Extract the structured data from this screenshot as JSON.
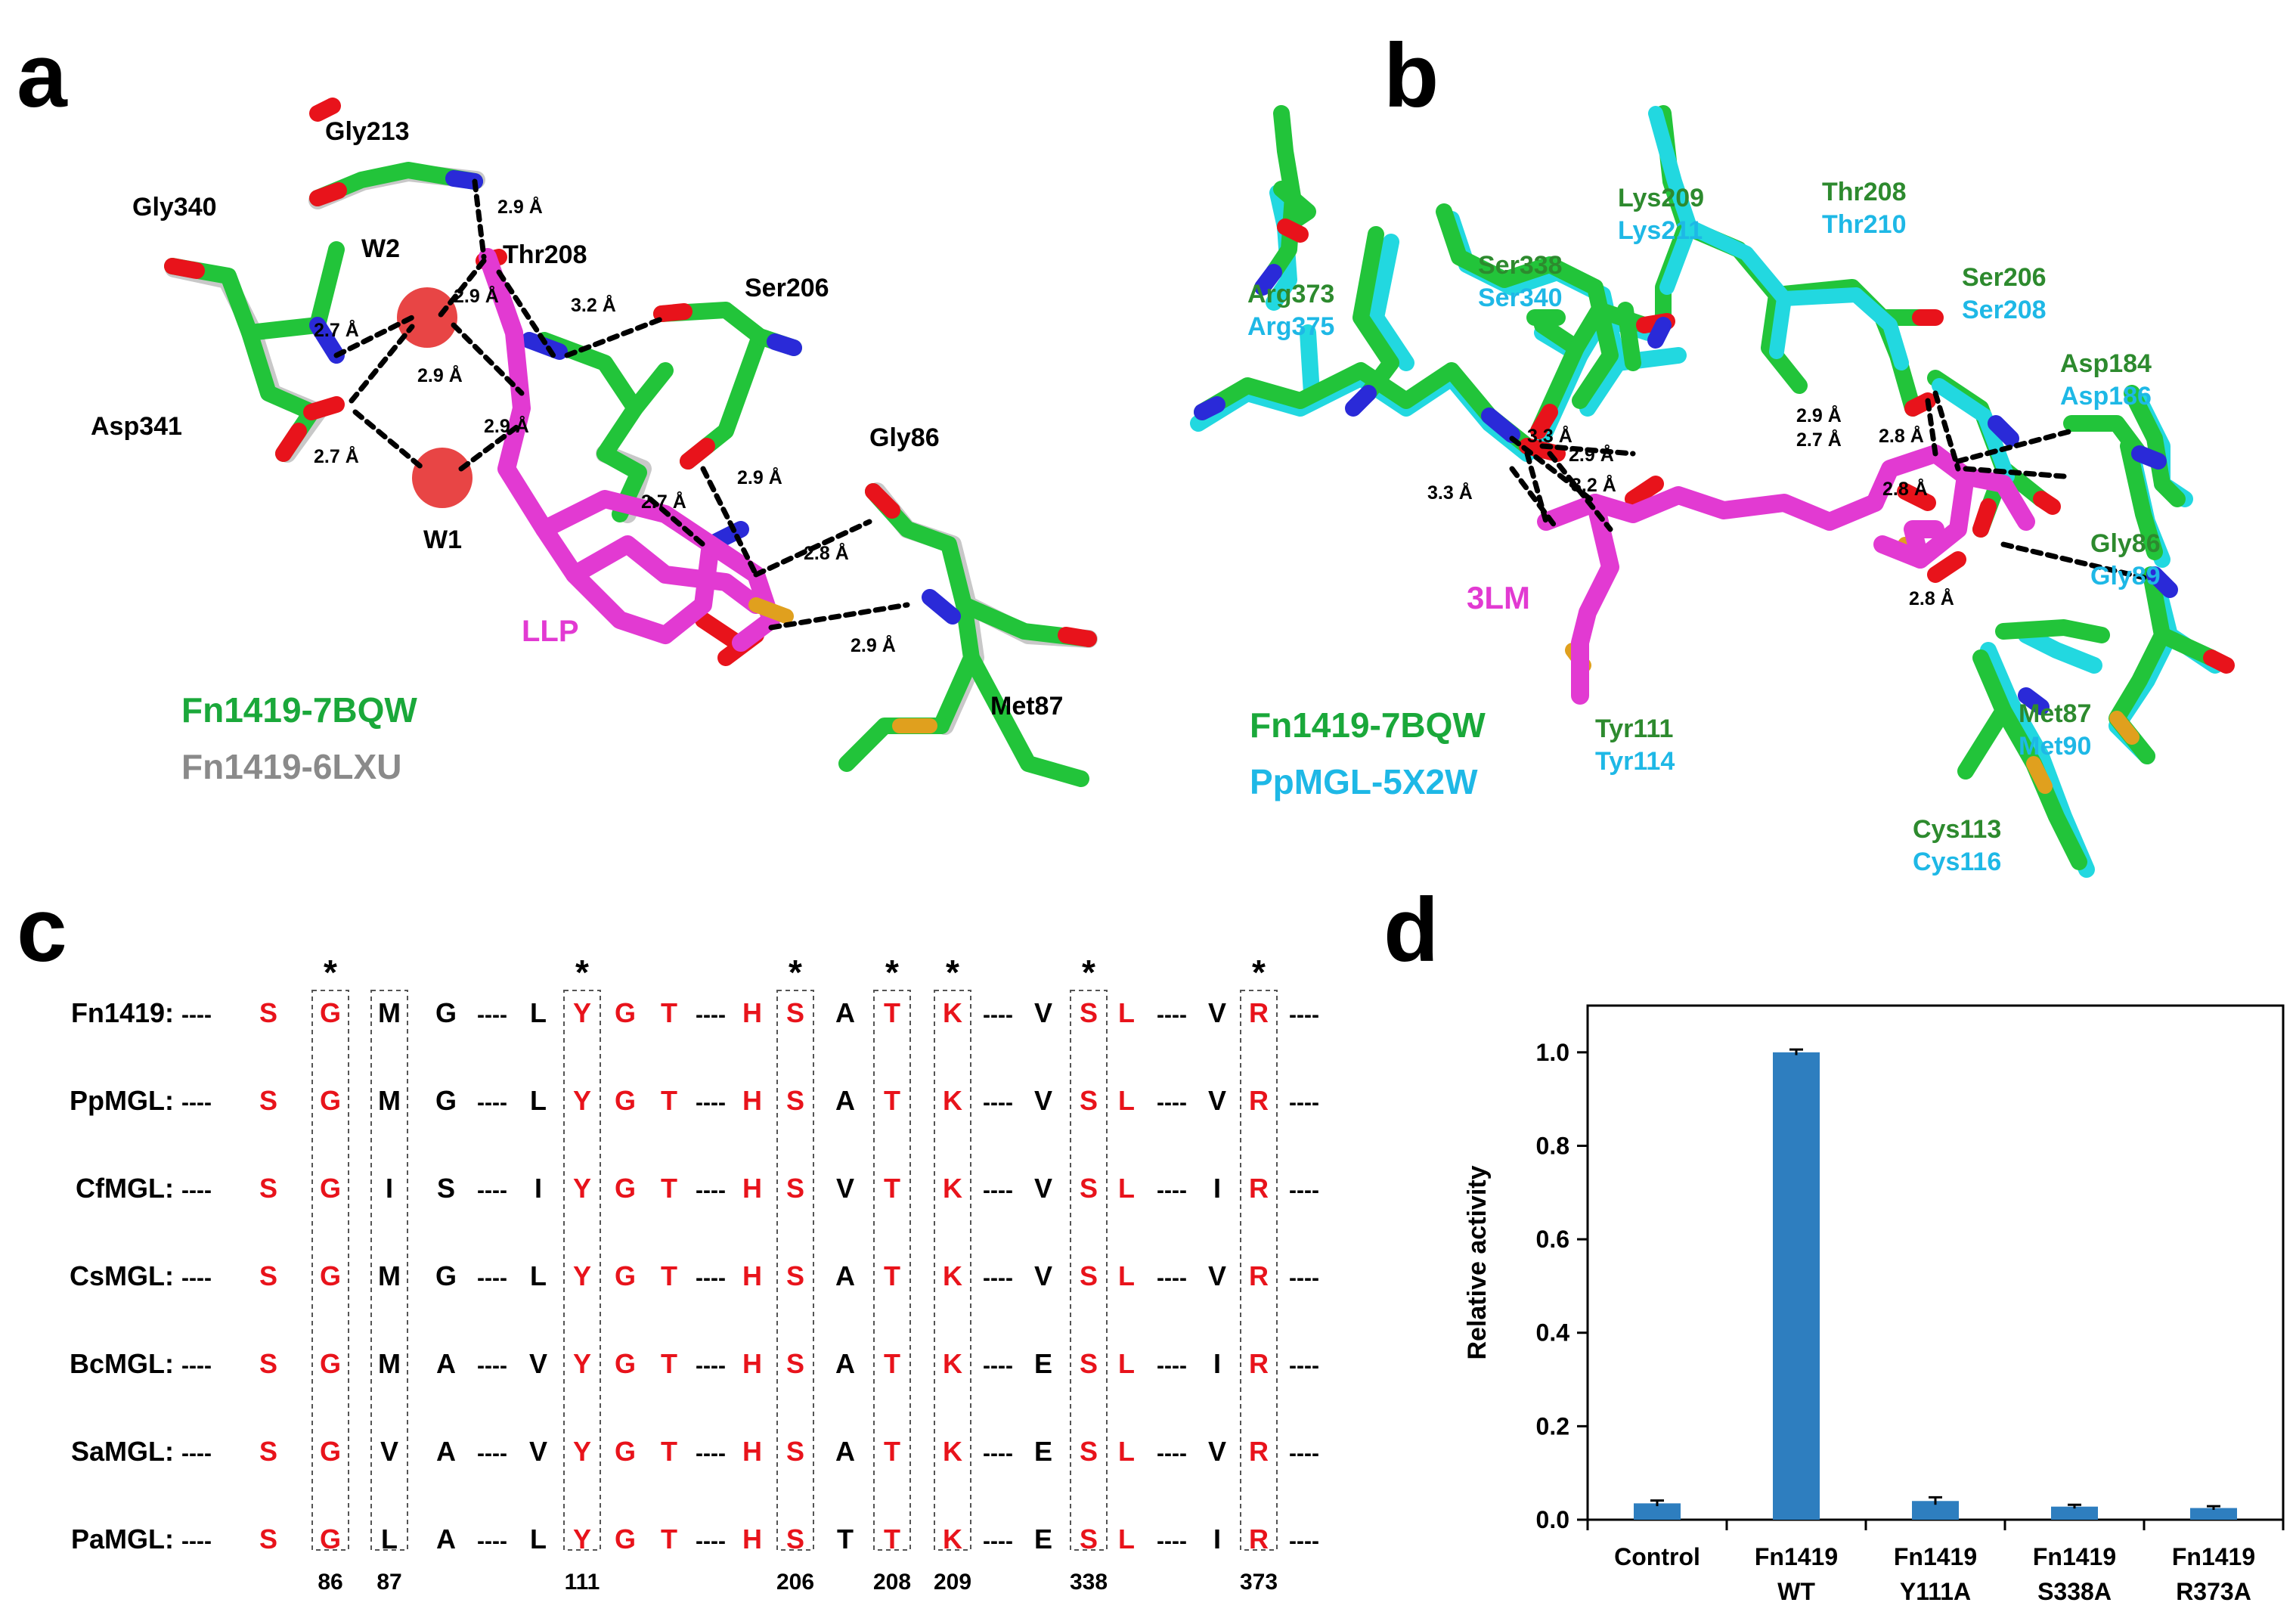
{
  "panels": {
    "a": "a",
    "b": "b",
    "c": "c",
    "d": "d"
  },
  "colors": {
    "green": "#1aa83a",
    "grey": "#8a8a8a",
    "cyan": "#1eb8e6",
    "magenta": "#e23ad2",
    "red": "#e8131b",
    "black": "#000000",
    "bar": "#2e7ebf",
    "darkgreen": "#2d8a2e"
  },
  "panel_a": {
    "labels": {
      "gly213": "Gly213",
      "gly340": "Gly340",
      "w2": "W2",
      "thr208": "Thr208",
      "ser206": "Ser206",
      "asp341": "Asp341",
      "w1": "W1",
      "gly86": "Gly86",
      "llp": "LLP",
      "met87": "Met87"
    },
    "distances": {
      "d1": "2.9 Å",
      "d2": "2.9 Å",
      "d3": "3.2 Å",
      "d4": "2.7 Å",
      "d5": "2.9 Å",
      "d6": "2.9 Å",
      "d7": "2.7 Å",
      "d8": "2.9 Å",
      "d9": "2.7 Å",
      "d10": "2.8 Å",
      "d11": "2.9 Å"
    },
    "legend": {
      "line1": "Fn1419-7BQW",
      "line2": "Fn1419-6LXU"
    }
  },
  "panel_b": {
    "labels": {
      "lys209": "Lys209",
      "lys211": "Lys211",
      "thr208": "Thr208",
      "thr210": "Thr210",
      "arg373": "Arg373",
      "arg375": "Arg375",
      "ser338": "Ser338",
      "ser340": "Ser340",
      "ser206": "Ser206",
      "ser208": "Ser208",
      "asp184": "Asp184",
      "asp186": "Asp186",
      "gly86": "Gly86",
      "gly89": "Gly89",
      "ligand": "3LM",
      "met87": "Met87",
      "met90": "Met90",
      "tyr111": "Tyr111",
      "tyr114": "Tyr114",
      "cys113": "Cys113",
      "cys116": "Cys116"
    },
    "distances": {
      "d1": "3.3 Å",
      "d2": "2.9 Å",
      "d3": "3.2 Å",
      "d4": "3.3 Å",
      "d5": "2.9 Å",
      "d6": "2.7 Å",
      "d7": "2.8 Å",
      "d8": "2.8 Å",
      "d9": "2.8 Å"
    },
    "legend": {
      "line1": "Fn1419-7BQW",
      "line2": "PpMGL-5X2W"
    }
  },
  "panel_c": {
    "star": "*",
    "dashes": "----",
    "positions": [
      "86",
      "87",
      "111",
      "206",
      "208",
      "209",
      "338",
      "373"
    ],
    "rows": [
      {
        "name": "Fn1419:",
        "cols": [
          "S",
          "G",
          "M",
          "G",
          "L",
          "Y",
          "G",
          "T",
          "H",
          "S",
          "A",
          "T",
          "K",
          "V",
          "S",
          "L",
          "V",
          "R"
        ]
      },
      {
        "name": "PpMGL:",
        "cols": [
          "S",
          "G",
          "M",
          "G",
          "L",
          "Y",
          "G",
          "T",
          "H",
          "S",
          "A",
          "T",
          "K",
          "V",
          "S",
          "L",
          "V",
          "R"
        ]
      },
      {
        "name": "CfMGL:",
        "cols": [
          "S",
          "G",
          "I",
          "S",
          "I",
          "Y",
          "G",
          "T",
          "H",
          "S",
          "V",
          "T",
          "K",
          "V",
          "S",
          "L",
          "I",
          "R"
        ]
      },
      {
        "name": "CsMGL:",
        "cols": [
          "S",
          "G",
          "M",
          "G",
          "L",
          "Y",
          "G",
          "T",
          "H",
          "S",
          "A",
          "T",
          "K",
          "V",
          "S",
          "L",
          "V",
          "R"
        ]
      },
      {
        "name": "BcMGL:",
        "cols": [
          "S",
          "G",
          "M",
          "A",
          "V",
          "Y",
          "G",
          "T",
          "H",
          "S",
          "A",
          "T",
          "K",
          "E",
          "S",
          "L",
          "I",
          "R"
        ]
      },
      {
        "name": "SaMGL:",
        "cols": [
          "S",
          "G",
          "V",
          "A",
          "V",
          "Y",
          "G",
          "T",
          "H",
          "S",
          "A",
          "T",
          "K",
          "E",
          "S",
          "L",
          "V",
          "R"
        ]
      },
      {
        "name": "PaMGL:",
        "cols": [
          "S",
          "G",
          "L",
          "A",
          "L",
          "Y",
          "G",
          "T",
          "H",
          "S",
          "T",
          "T",
          "K",
          "E",
          "S",
          "L",
          "I",
          "R"
        ]
      }
    ]
  },
  "chart_data": {
    "type": "bar",
    "categories": [
      "Control",
      "Fn1419 WT",
      "Fn1419 Y111A",
      "Fn1419 S338A",
      "Fn1419 R373A"
    ],
    "category_lines": [
      [
        "Control"
      ],
      [
        "Fn1419",
        "WT"
      ],
      [
        "Fn1419",
        "Y111A"
      ],
      [
        "Fn1419",
        "S338A"
      ],
      [
        "Fn1419",
        "R373A"
      ]
    ],
    "values": [
      0.035,
      1.0,
      0.04,
      0.028,
      0.025
    ],
    "errors": [
      0.006,
      0.006,
      0.008,
      0.004,
      0.004
    ],
    "ylabel": "Relative activity",
    "ylim": [
      0,
      1.1
    ],
    "yticks": [
      "0.0",
      "0.2",
      "0.4",
      "0.6",
      "0.8",
      "1.0"
    ],
    "ytick_values": [
      0,
      0.2,
      0.4,
      0.6,
      0.8,
      1.0
    ],
    "grid": false
  }
}
